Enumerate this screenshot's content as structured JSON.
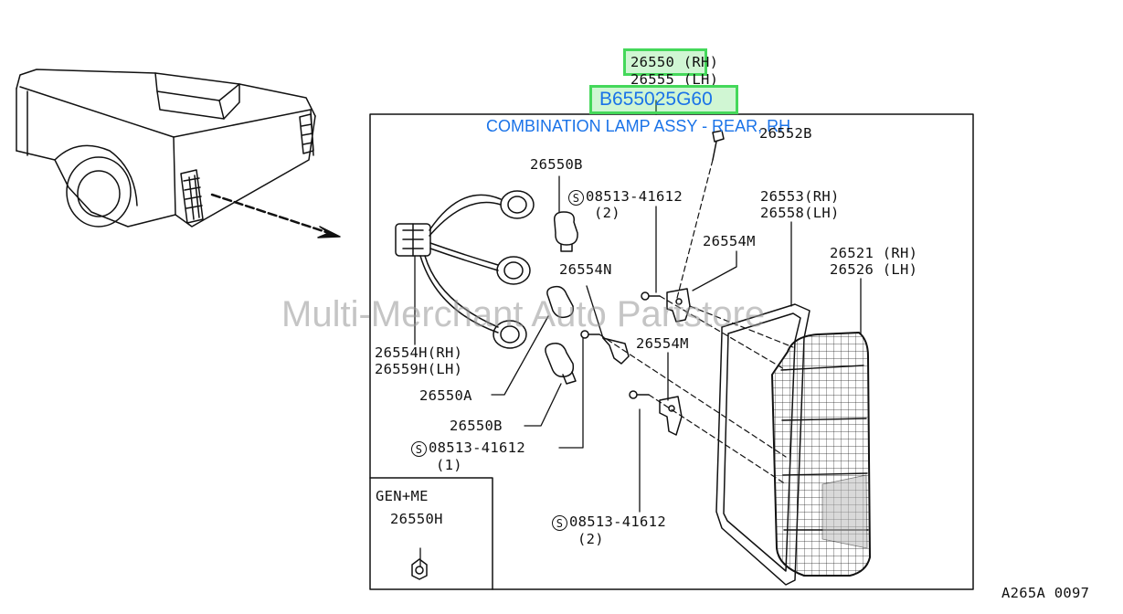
{
  "top_part": {
    "rh": "26550 (RH)",
    "lh": "26555 (LH)"
  },
  "part_number": "B655025G60",
  "part_title": "COMBINATION LAMP ASSY - REAR, RH",
  "watermark": "Multi-Merchant Auto Partstore",
  "callouts": {
    "c26552b": "26552B",
    "c26550b_top": "26550B",
    "c08513_top": "08513-41612",
    "c08513_top_qty": "(2)",
    "c26553": "26553(RH)",
    "c26558": "26558(LH)",
    "c26554m_top": "26554M",
    "c26521": "26521 (RH)",
    "c26526": "26526 (LH)",
    "c26554n": "26554N",
    "c26554m_mid": "26554M",
    "c26554h": "26554H(RH)",
    "c26559h": "26559H(LH)",
    "c26550a": "26550A",
    "c26550b_low": "26550B",
    "c08513_mid": "08513-41612",
    "c08513_mid_qty": "(1)",
    "c08513_low": "08513-41612",
    "c08513_low_qty": "(2)"
  },
  "inset": {
    "title": "GEN+ME",
    "part": "26550H"
  },
  "screw_symbol": "S",
  "figure_code": "A265A 0097",
  "colors": {
    "highlight": "#44d85a",
    "title_blue": "#1a73e8",
    "line": "#111111"
  }
}
